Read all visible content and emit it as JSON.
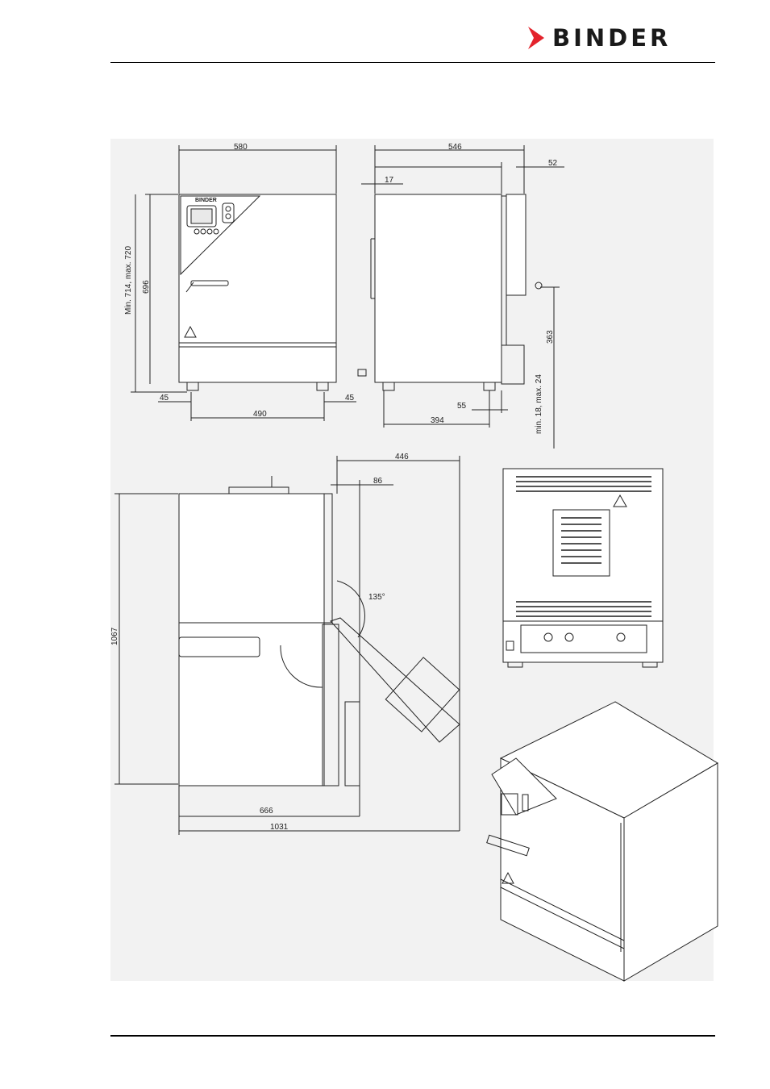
{
  "header": {
    "logo_text": "BINDER",
    "logo_color": "#e3232c"
  },
  "drawing": {
    "front_view": {
      "width": "580",
      "height_body": "696",
      "height_range": "Min. 714, max. 720",
      "foot_left": "45",
      "foot_right": "45",
      "foot_spacing": "490",
      "panel_brand": "BINDER"
    },
    "side_view": {
      "depth": "546",
      "door_depth": "52",
      "offset_left": "17",
      "outlet_height": "363",
      "foot_offset": "55",
      "foot_spacing": "394",
      "outlet_range": "min. 18, max. 24"
    },
    "top_view": {
      "total_depth": "446",
      "hinge_offset": "86",
      "door_angle": "135°",
      "total_width_open": "1067",
      "width_body": "666",
      "total_depth_open": "1031"
    }
  }
}
